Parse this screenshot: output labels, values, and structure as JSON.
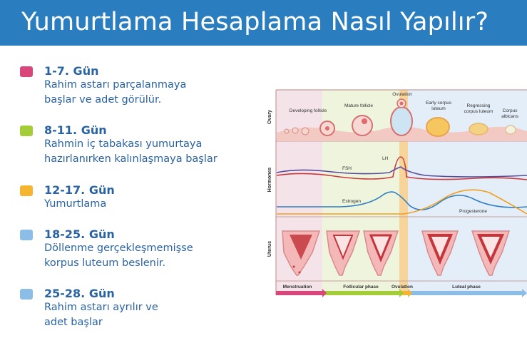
{
  "header": {
    "title": "Yumurtlama Hesaplama Nasıl Yapılır?"
  },
  "colors": {
    "banner": "#2a7dbf",
    "text": "#2a63a4",
    "menstruation": "#d9467a",
    "follicular": "#a5cc39",
    "ovulation": "#f5b531",
    "luteal": "#8bbde6",
    "late_luteal": "#8bbde6"
  },
  "phases": [
    {
      "days": "1-7. Gün",
      "line1": "Rahim astarı parçalanmaya",
      "line2": "başlar ve adet görülür."
    },
    {
      "days": "8-11. Gün",
      "line1": "Rahmin iç tabakası yumurtaya",
      "line2": "hazırlanırken kalınlaşmaya başlar"
    },
    {
      "days": "12-17. Gün",
      "line1": "Yumurtlama",
      "line2": ""
    },
    {
      "days": "18-25. Gün",
      "line1": "Döllenme gerçekleşmemişse",
      "line2": "korpus luteum beslenir."
    },
    {
      "days": "25-28. Gün",
      "line1": "Rahim astarı ayrılır ve",
      "line2": "adet başlar"
    }
  ],
  "diagram": {
    "row_labels": {
      "ovary": "Ovary",
      "hormones": "Hormones",
      "uterus": "Uterus"
    },
    "ovary_labels": {
      "developing": "Developing follicle",
      "mature": "Mature follicle",
      "ovulation": "Ovulation",
      "early_corpus_1": "Early corpus",
      "early_corpus_2": "luteum",
      "regressing_1": "Regressing",
      "regressing_2": "corpus luteum",
      "albicans_1": "Corpus",
      "albicans_2": "albicans"
    },
    "hormone_labels": {
      "fsh": "FSH",
      "lh": "LH",
      "estrogen": "Estrogen",
      "progesterone": "Progesterone"
    },
    "phase_bar": {
      "menstruation": "Menstruation",
      "follicular": "Follicular phase",
      "ovulation": "Ovulation",
      "luteal": "Luteal phase"
    }
  }
}
